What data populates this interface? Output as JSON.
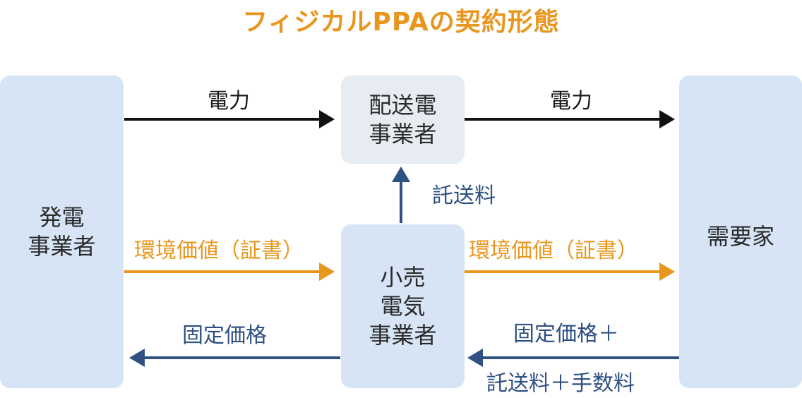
{
  "title": "フィジカルPPAの契約形態",
  "nodes": {
    "generator": {
      "lines": [
        "発電",
        "事業者"
      ]
    },
    "transmission": {
      "lines": [
        "配送電",
        "事業者"
      ]
    },
    "retailer": {
      "lines": [
        "小売",
        "電気",
        "事業者"
      ]
    },
    "consumer": {
      "lines": [
        "需要家"
      ]
    }
  },
  "flows": {
    "power_left": "電力",
    "power_right": "電力",
    "env_value_left": "環境価値（証書）",
    "env_value_right": "環境価値（証書）",
    "wheeling_fee": "託送料",
    "fixed_price_left": "固定価格",
    "fixed_price_right_line1": "固定価格＋",
    "fixed_price_right_line2": "託送料＋手数料"
  },
  "colors": {
    "title": "#e8961e",
    "power_arrow": "#111111",
    "env_arrow": "#e8961e",
    "money_arrow": "#2e5082",
    "box_blue": "#d6e4f6",
    "box_gray": "#e6ecf1"
  }
}
